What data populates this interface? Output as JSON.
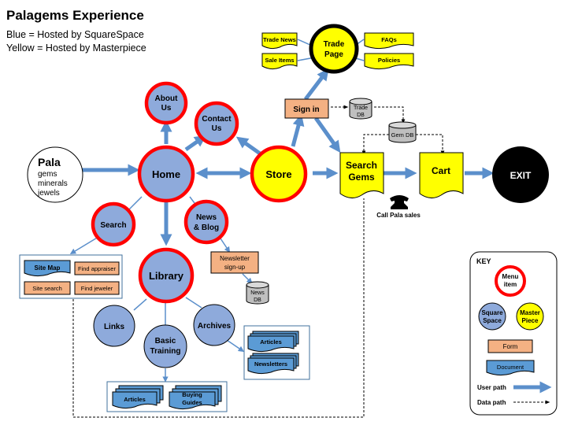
{
  "header": {
    "title": "Palagems Experience",
    "legend_blue": "Blue = Hosted by SquareSpace",
    "legend_yellow": "Yellow = Hosted by Masterpiece"
  },
  "colors": {
    "squarespace_blue": "#8eaadb",
    "masterpiece_yellow": "#ffff00",
    "form_orange": "#f4b183",
    "document_blue": "#5b9bd5",
    "menu_ring_red": "#ff0000",
    "arrow_blue": "#5b8fcb",
    "exit_black": "#000000"
  },
  "nodes": {
    "pala": {
      "line1": "Pala",
      "line2": "gems",
      "line3": "minerals",
      "line4": "jewels"
    },
    "home": "Home",
    "about_1": "About",
    "about_2": "Us",
    "contact_1": "Contact",
    "contact_2": "Us",
    "store": "Store",
    "search": "Search",
    "news_1": "News",
    "news_2": "& Blog",
    "library": "Library",
    "links": "Links",
    "training_1": "Basic",
    "training_2": "Training",
    "archives": "Archives",
    "trade_1": "Trade",
    "trade_2": "Page",
    "sign_in": "Sign in",
    "search_gems_1": "Search",
    "search_gems_2": "Gems",
    "cart": "Cart",
    "exit": "EXIT",
    "call": "Call Pala sales"
  },
  "documents": {
    "trade_news": "Trade News",
    "sale_items": "Sale Items",
    "faqs": "FAQs",
    "policies": "Policies",
    "site_map": "Site Map",
    "archive_articles": "Articles",
    "newsletters": "Newsletters",
    "training_articles": "Articles",
    "buying_1": "Buying",
    "buying_2": "Guides"
  },
  "forms": {
    "find_appraiser": "Find appraiser",
    "site_search": "Site search",
    "find_jeweler": "Find jeweler",
    "newsletter_1": "Newsletter",
    "newsletter_2": "sign-up"
  },
  "databases": {
    "trade_1": "Trade",
    "trade_2": "DB",
    "gem": "Gem DB",
    "news_1": "News",
    "news_2": "DB"
  },
  "key": {
    "title": "KEY",
    "menu_1": "Menu",
    "menu_2": "item",
    "square_1": "Square",
    "square_2": "Space",
    "master_1": "Master",
    "master_2": "Piece",
    "form": "Form",
    "document": "Document",
    "user_path": "User path",
    "data_path": "Data path"
  }
}
